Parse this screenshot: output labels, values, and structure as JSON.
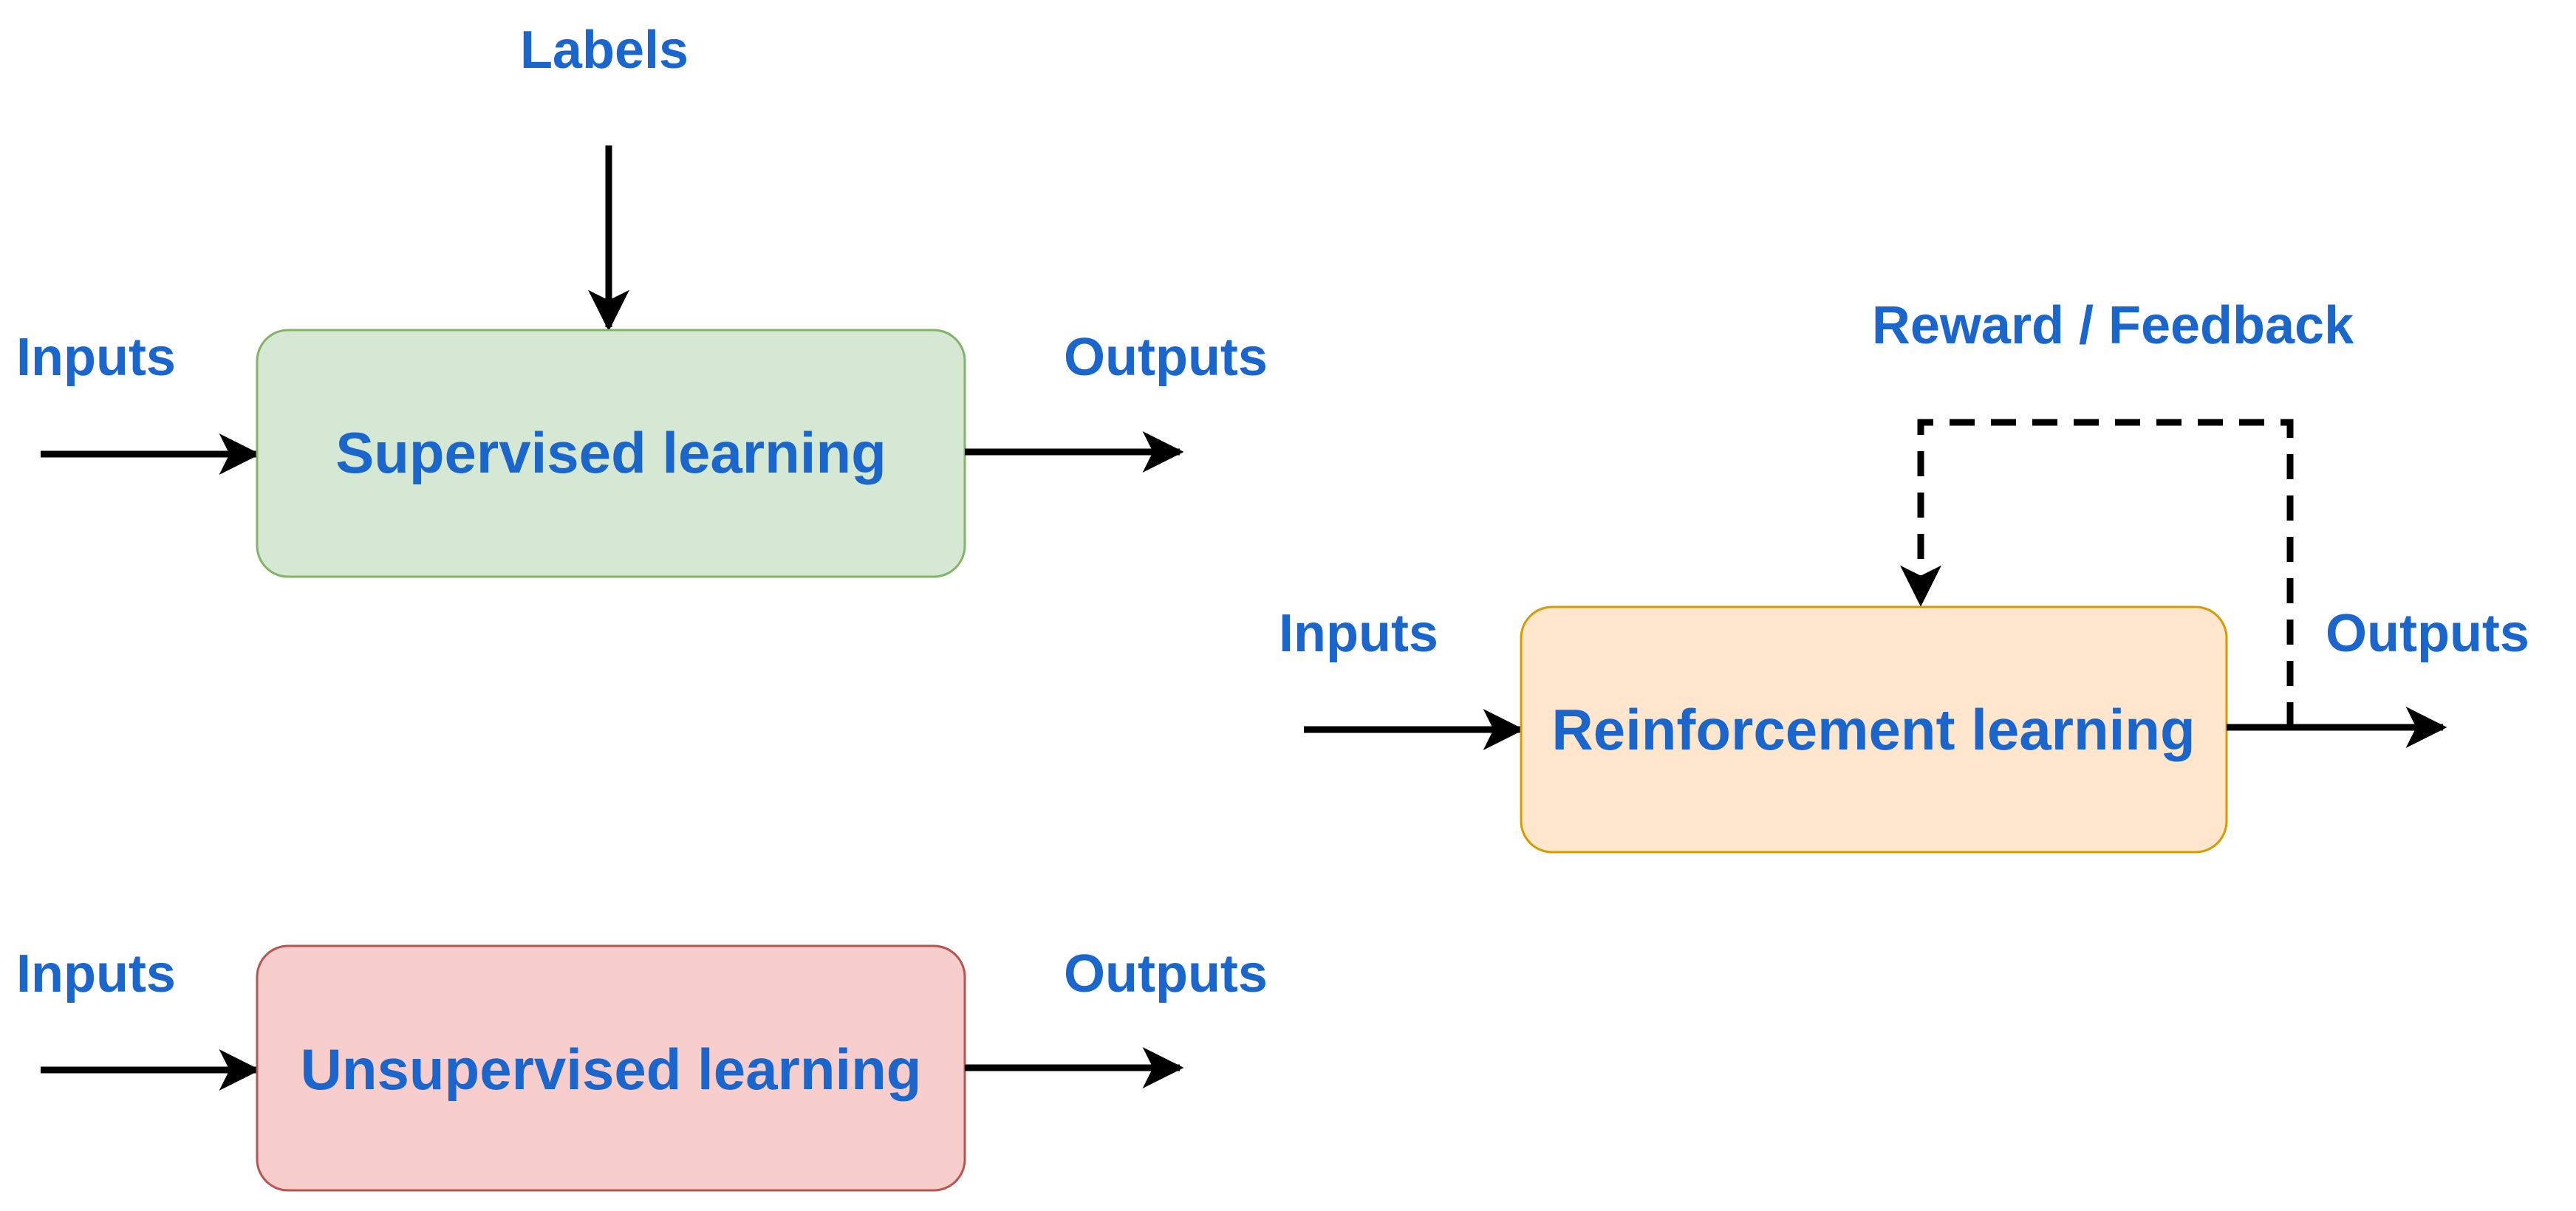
{
  "colors": {
    "text": "#1a66cc",
    "arrow": "#000000",
    "supervised_fill": "#d5e8d4",
    "supervised_stroke": "#82b366",
    "unsupervised_fill": "#f8cecc",
    "unsupervised_stroke": "#b85450",
    "reinforcement_fill": "#ffe6cc",
    "reinforcement_stroke": "#d79b00"
  },
  "supervised": {
    "title": "Supervised learning",
    "inputs_label": "Inputs",
    "outputs_label": "Outputs",
    "labels_label": "Labels"
  },
  "unsupervised": {
    "title": "Unsupervised learning",
    "inputs_label": "Inputs",
    "outputs_label": "Outputs"
  },
  "reinforcement": {
    "title": "Reinforcement learning",
    "inputs_label": "Inputs",
    "outputs_label": "Outputs",
    "feedback_label": "Reward / Feedback"
  }
}
